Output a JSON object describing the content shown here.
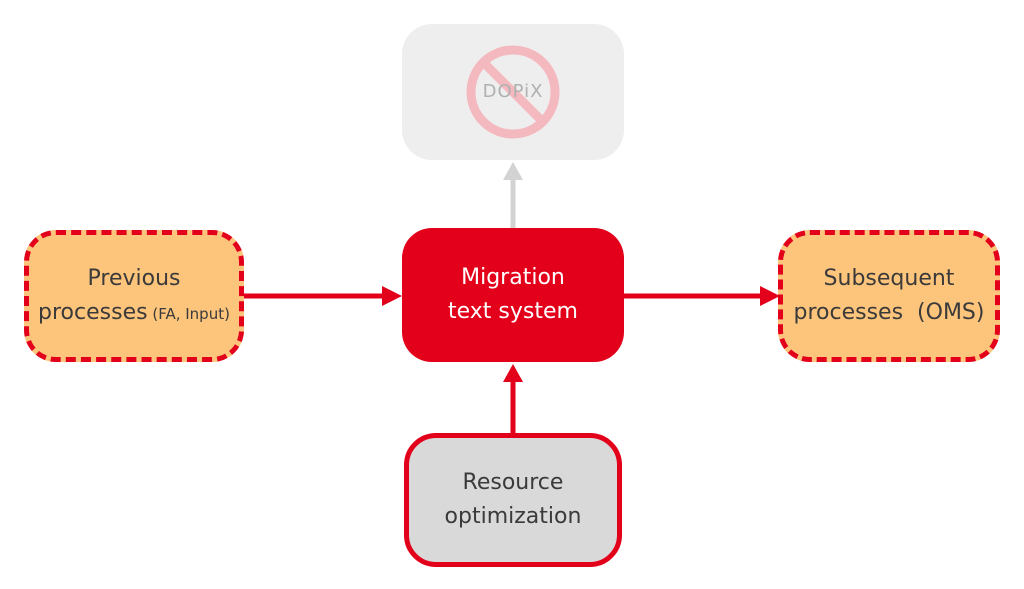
{
  "colors": {
    "accent_red": "#e2001a",
    "orange_fill": "#fdc47b",
    "gray_fill": "#d9d9d9",
    "disabled_fill": "#eeeeee",
    "disabled_arrow": "#d3d3d3",
    "prohibited_sign": "#f4b8bf"
  },
  "nodes": {
    "previous": {
      "line1": "Previous",
      "line2_main": "processes",
      "line2_note": " (FA, Input)"
    },
    "migration": {
      "line1": "Migration",
      "line2": "text system"
    },
    "subsequent": {
      "line1": "Subsequent",
      "line2": "processes  (OMS)"
    },
    "resource": {
      "line1": "Resource",
      "line2": "optimization"
    },
    "dopix": {
      "label": "DOPiX",
      "icon": "prohibited-icon"
    }
  }
}
